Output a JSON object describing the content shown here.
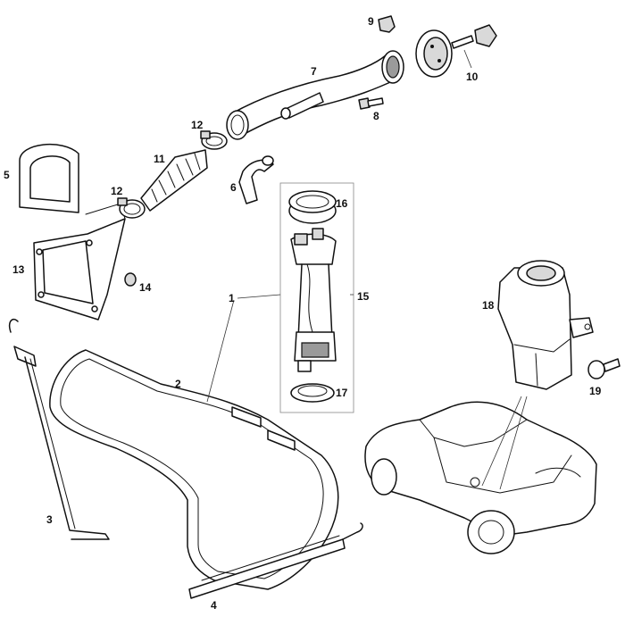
{
  "diagram": {
    "callouts": [
      "1",
      "2",
      "3",
      "4",
      "5",
      "6",
      "7",
      "8",
      "9",
      "10",
      "11",
      "12",
      "12",
      "13",
      "14",
      "15",
      "16",
      "17",
      "18",
      "19"
    ],
    "parts": {
      "p1": "1",
      "p2": "2",
      "p3": "3",
      "p4": "4",
      "p5": "5",
      "p6": "6",
      "p7": "7",
      "p8": "8",
      "p9": "9",
      "p10": "10",
      "p11": "11",
      "p12a": "12",
      "p12b": "12",
      "p13": "13",
      "p14": "14",
      "p15": "15",
      "p16": "16",
      "p17": "17",
      "p18": "18",
      "p19": "19"
    }
  }
}
